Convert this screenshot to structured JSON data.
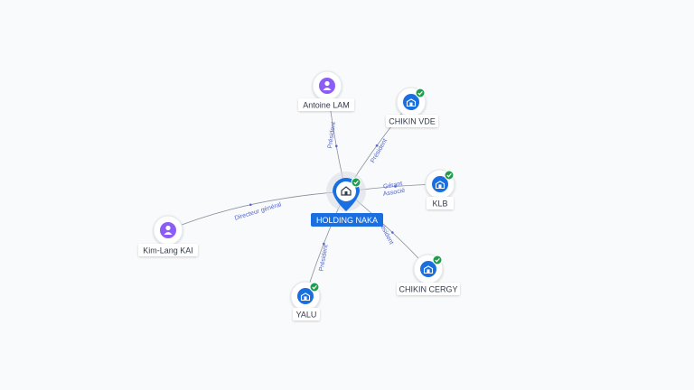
{
  "colors": {
    "edge": "#8a909c",
    "edge_label": "#5566cc",
    "person": "#8b5cf6",
    "company": "#1a6fe0",
    "check": "#1e9e4a",
    "center_label_bg": "#1a6fe0"
  },
  "center": {
    "name": "HOLDING NAKA",
    "icon": "company-icon",
    "verified": true
  },
  "nodes": [
    {
      "id": "antoine",
      "name": "Antoine LAM",
      "kind": "person",
      "icon": "person-icon",
      "verified": false
    },
    {
      "id": "chikin_vde",
      "name": "CHIKIN VDE",
      "kind": "company",
      "icon": "company-icon",
      "verified": true
    },
    {
      "id": "klb",
      "name": "KLB",
      "kind": "company",
      "icon": "company-icon",
      "verified": true
    },
    {
      "id": "chikin_cergy",
      "name": "CHIKIN CERGY",
      "kind": "company",
      "icon": "company-icon",
      "verified": true
    },
    {
      "id": "yalu",
      "name": "YALU",
      "kind": "company",
      "icon": "company-icon",
      "verified": true
    },
    {
      "id": "kim",
      "name": "Kim-Lang KAI",
      "kind": "person",
      "icon": "person-icon",
      "verified": false
    }
  ],
  "edges": [
    {
      "to": "antoine",
      "labels": [
        "Président"
      ]
    },
    {
      "to": "chikin_vde",
      "labels": [
        "Président"
      ]
    },
    {
      "to": "klb",
      "labels": [
        "Gérant",
        "Associé"
      ]
    },
    {
      "to": "chikin_cergy",
      "labels": [
        "Président"
      ]
    },
    {
      "to": "yalu",
      "labels": [
        "Président"
      ]
    },
    {
      "to": "kim",
      "labels": [
        "Directeur général"
      ]
    }
  ]
}
